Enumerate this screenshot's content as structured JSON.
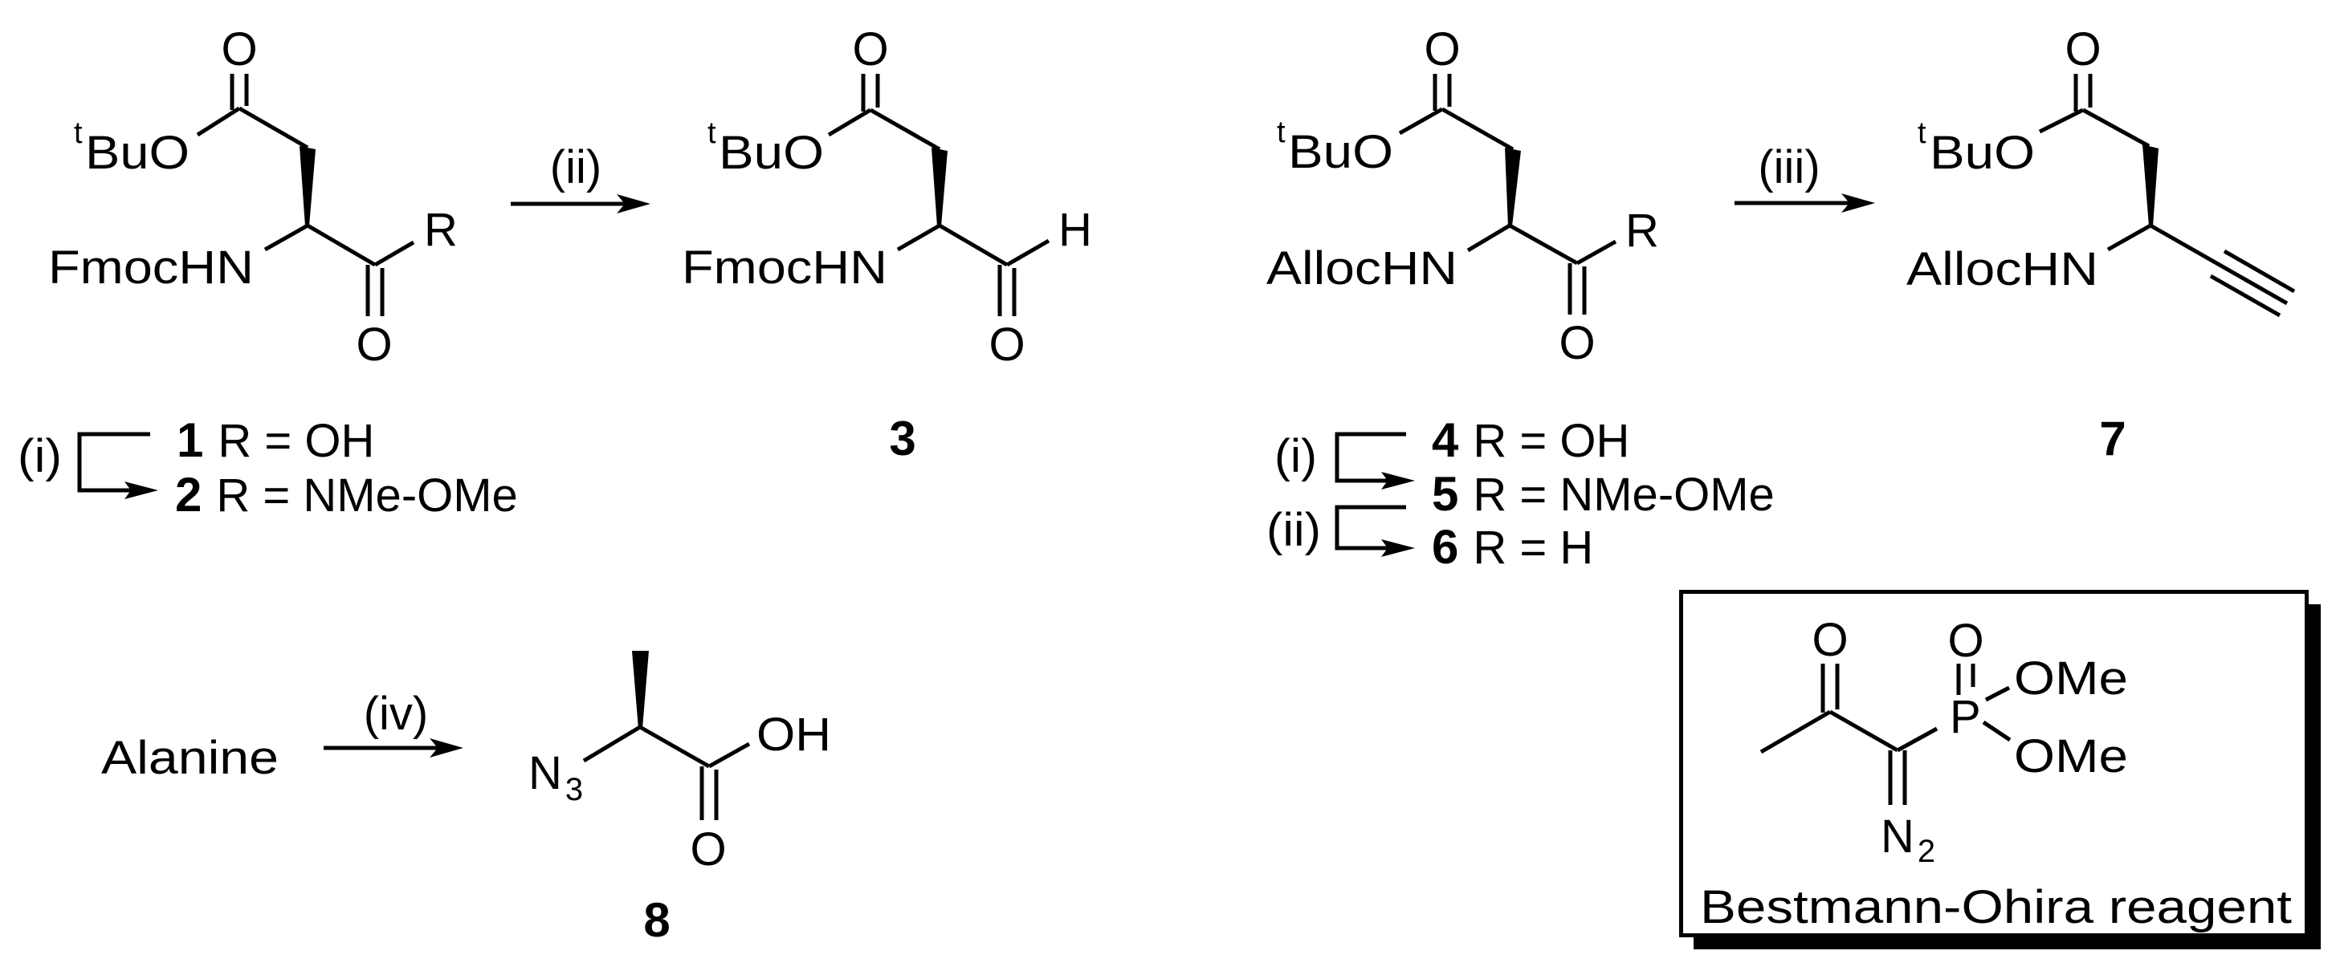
{
  "scheme": {
    "colors": {
      "ink": "#000000",
      "background": "#ffffff"
    },
    "row1": {
      "compound_1_2": {
        "ester_group": {
          "sup": "t",
          "text": "BuO"
        },
        "carbonyl_top_O": "O",
        "amine_group": "FmocHN",
        "R_label": "R",
        "carbonyl_bottom_O": "O",
        "step_label": "(i)",
        "entries": [
          {
            "number": "1",
            "text": "R = OH"
          },
          {
            "number": "2",
            "text": "R = NMe-OMe"
          }
        ]
      },
      "arrow_ii": {
        "label": "(ii)"
      },
      "compound_3": {
        "ester_group": {
          "sup": "t",
          "text": "BuO"
        },
        "carbonyl_top_O": "O",
        "amine_group": "FmocHN",
        "aldehyde_H": "H",
        "carbonyl_bottom_O": "O",
        "number": "3"
      },
      "compound_4_6": {
        "ester_group": {
          "sup": "t",
          "text": "BuO"
        },
        "carbonyl_top_O": "O",
        "amine_group": "AllocHN",
        "R_label": "R",
        "carbonyl_bottom_O": "O",
        "step_labels": [
          "(i)",
          "(ii)"
        ],
        "entries": [
          {
            "number": "4",
            "text": "R = OH"
          },
          {
            "number": "5",
            "text": "R = NMe-OMe"
          },
          {
            "number": "6",
            "text": "R = H"
          }
        ]
      },
      "arrow_iii": {
        "label": "(iii)"
      },
      "compound_7": {
        "ester_group": {
          "sup": "t",
          "text": "BuO"
        },
        "carbonyl_top_O": "O",
        "amine_group": "AllocHN",
        "number": "7"
      }
    },
    "row2": {
      "starting_material": "Alanine",
      "arrow_iv": {
        "label": "(iv)"
      },
      "compound_8": {
        "azide": {
          "text": "N",
          "sub": "3"
        },
        "acid_OH": "OH",
        "carbonyl_O": "O",
        "number": "8"
      },
      "reagent_box": {
        "ketone_O": "O",
        "phosphonate_O": "O",
        "P": "P",
        "methoxy_1": "OMe",
        "methoxy_2": "OMe",
        "diazo": {
          "text": "N",
          "sub": "2"
        },
        "caption": "Bestmann-Ohira reagent"
      }
    }
  }
}
